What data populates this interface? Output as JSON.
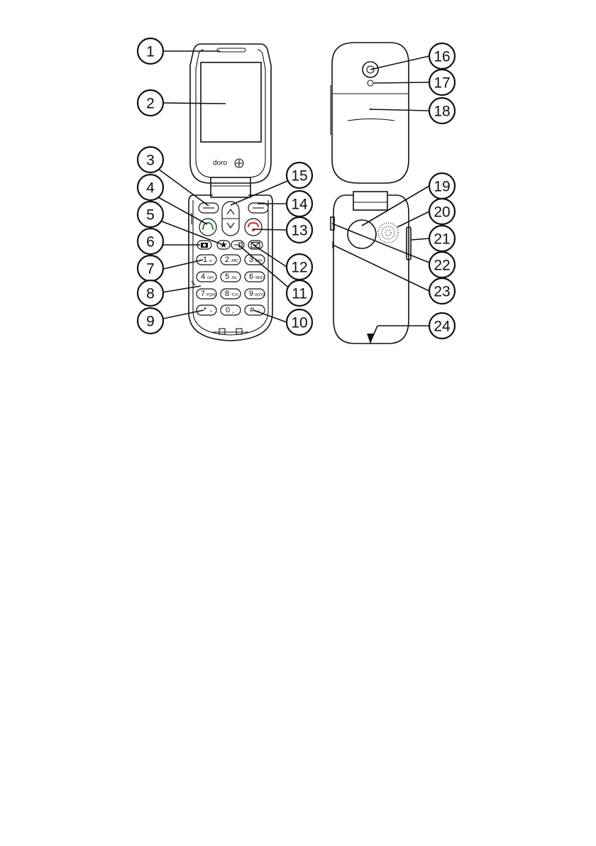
{
  "brand": {
    "logo_text": "doro"
  },
  "keypad": {
    "k1": "1",
    "k1s": "ω",
    "k2": "2",
    "k2s": "ABC",
    "k3": "3",
    "k3s": "DEF",
    "k4": "4",
    "k4s": "GHI",
    "k5": "5",
    "k5s": "JKL",
    "k6": "6",
    "k6s": "MNO",
    "k7": "7",
    "k7s": "PQRS",
    "k8": "8",
    "k8s": "TUV",
    "k9": "9",
    "k9s": "WXYZ",
    "kstar": "*",
    "kstars": "+",
    "k0": "0",
    "k0s": "␣",
    "khash": "#",
    "khashs": "ⓐ"
  },
  "callouts": [
    "1",
    "2",
    "3",
    "4",
    "5",
    "6",
    "7",
    "8",
    "9",
    "10",
    "11",
    "12",
    "13",
    "14",
    "15",
    "16",
    "17",
    "18",
    "19",
    "20",
    "21",
    "22",
    "23",
    "24"
  ],
  "colors": {
    "call_green": "#2e8b3a",
    "end_red": "#d9262c",
    "line": "#111111"
  }
}
